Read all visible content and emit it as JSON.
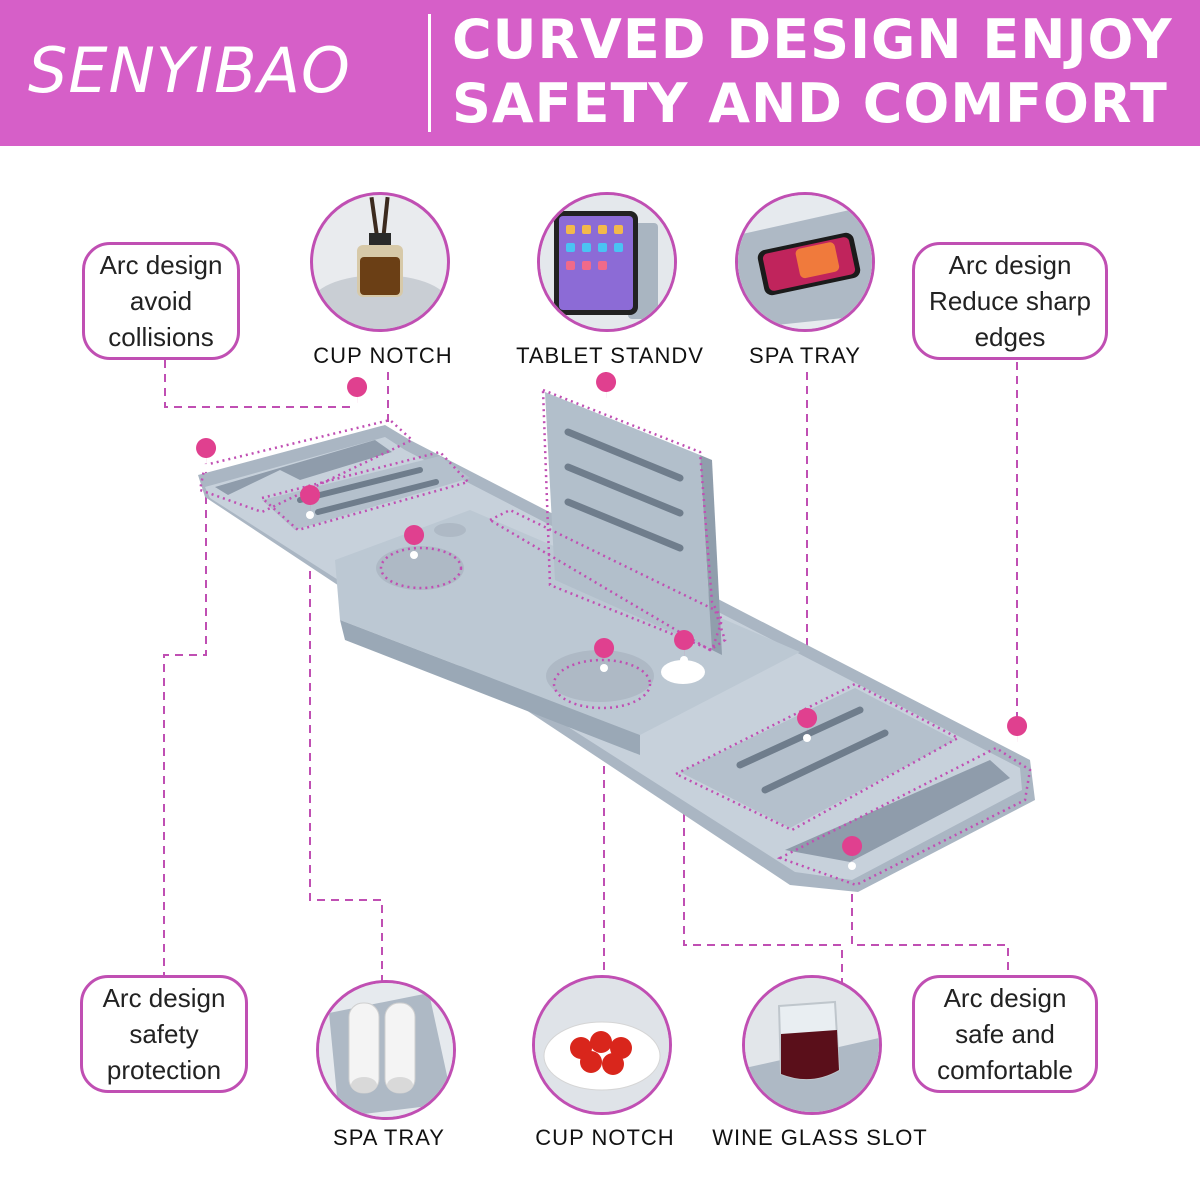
{
  "banner": {
    "brand": "SENYIBAO",
    "headline_line1": "CURVED DESIGN ENJOY",
    "headline_line2": "SAFETY AND COMFORT",
    "background": "#d65fc8"
  },
  "colors": {
    "accent": "#c04fb3",
    "tray": "#b7c3cf",
    "tray_dark": "#9aa8b6",
    "pin": "#e0408f"
  },
  "callouts": {
    "top_left": "Arc design avoid collisions",
    "top_right": "Arc design Reduce sharp edges",
    "bottom_left": "Arc design safety protection",
    "bottom_right": "Arc design safe and comfortable"
  },
  "features": {
    "top_1": {
      "label": "CUP NOTCH",
      "icon": "diffuser-bottle-icon"
    },
    "top_2": {
      "label": "TABLET STANDV",
      "icon": "tablet-icon"
    },
    "top_3": {
      "label": "SPA TRAY",
      "icon": "smartphone-icon"
    },
    "bottom_1": {
      "label": "SPA TRAY",
      "icon": "rolled-towels-icon"
    },
    "bottom_2": {
      "label": "CUP NOTCH",
      "icon": "fruit-bowl-icon"
    },
    "bottom_3": {
      "label": "WINE GLASS  SLOT",
      "icon": "wine-glass-icon"
    }
  }
}
